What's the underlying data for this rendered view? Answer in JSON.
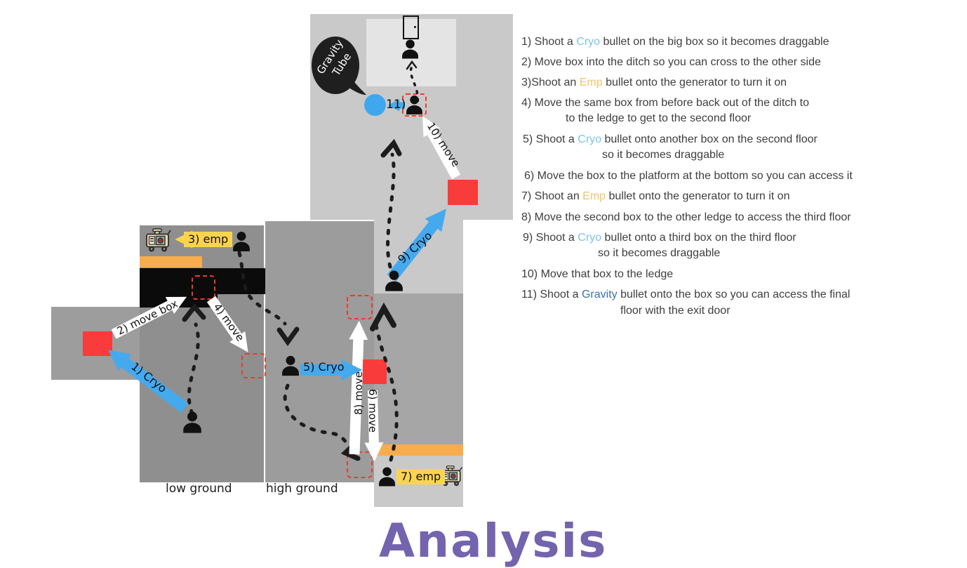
{
  "title_partial": "Analysis",
  "colors": {
    "cryo": "#7cc4e8",
    "emp": "#f2c36a",
    "gravity": "#3a72ab",
    "body_text": "#3e3e3e",
    "accent_red": "#f93b3c",
    "accent_blue": "#45a9ee",
    "accent_orange": "#f7ad4d",
    "accent_yellow": "#fbd44f",
    "title_purple": "#7463ad"
  },
  "bubble": {
    "line1": "Gravity",
    "line2": "Tube"
  },
  "labels": {
    "cryo1": "1) Cryo",
    "move2": "2) move box",
    "emp3": "3) emp",
    "move4": "4) move",
    "cryo5": "5) Cryo",
    "move6": "6) move",
    "emp7": "7) emp",
    "move8": "8) move",
    "cryo9": "9) Cryo",
    "move10": "10) move",
    "shot11": "11)",
    "low_ground": "low ground",
    "high_ground": "high ground"
  },
  "instructions": {
    "lines": [
      {
        "segments": [
          {
            "t": "1) Shoot a "
          },
          {
            "t": "Cryo",
            "c": "cryo"
          },
          {
            "t": " bullet on the big box so it becomes draggable"
          }
        ]
      },
      {
        "segments": [
          {
            "t": "2) Move box into the ditch so you can cross to the other side"
          }
        ]
      },
      {
        "segments": [
          {
            "t": "3)Shoot an "
          },
          {
            "t": "Emp",
            "c": "emp"
          },
          {
            "t": " bullet onto the generator to turn it on"
          }
        ]
      },
      {
        "segments": [
          {
            "t": "4) Move the same box from before back out of the ditch to"
          }
        ]
      },
      {
        "segments": [
          {
            "t": "to the ledge to get to the second floor"
          }
        ]
      },
      {
        "segments": [
          {
            "t": "5) Shoot a "
          },
          {
            "t": "Cryo",
            "c": "cryo"
          },
          {
            "t": " bullet onto another box on the second floor"
          }
        ]
      },
      {
        "segments": [
          {
            "t": "so it becomes draggable"
          }
        ]
      },
      {
        "segments": [
          {
            "t": "6) Move the box to the platform at the bottom so you can access it"
          }
        ]
      },
      {
        "segments": [
          {
            "t": "7) Shoot an "
          },
          {
            "t": "Emp",
            "c": "emp"
          },
          {
            "t": " bullet onto the generator to turn it on"
          }
        ]
      },
      {
        "segments": [
          {
            "t": "8) Move the second box to the other ledge to access the third floor"
          }
        ]
      },
      {
        "segments": [
          {
            "t": "9) Shoot a "
          },
          {
            "t": "Cryo",
            "c": "cryo"
          },
          {
            "t": " bullet onto a third box on the third floor"
          }
        ]
      },
      {
        "segments": [
          {
            "t": "so it becomes draggable"
          }
        ]
      },
      {
        "segments": [
          {
            "t": "10) Move that box to the ledge"
          }
        ]
      },
      {
        "segments": [
          {
            "t": "11) Shoot a "
          },
          {
            "t": "Gravity",
            "c": "gravity"
          },
          {
            "t": " bullet onto the box so you can access the final"
          }
        ]
      },
      {
        "segments": [
          {
            "t": "floor with the exit door"
          }
        ]
      }
    ]
  }
}
